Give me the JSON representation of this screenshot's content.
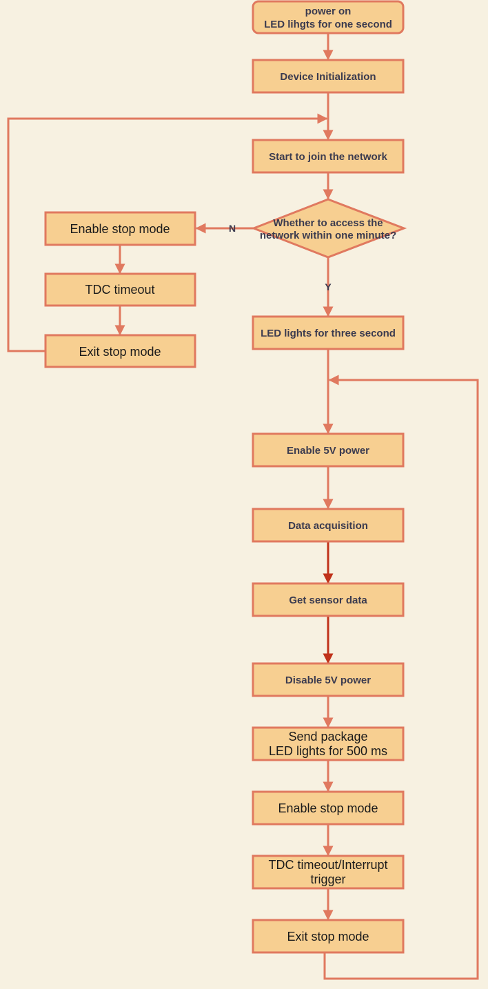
{
  "diagram": {
    "nodes": {
      "power_on": {
        "line1": "power on",
        "line2": "LED lihgts for one second"
      },
      "init": "Device Initialization",
      "join": "Start to join the network",
      "decision": {
        "line1": "Whether to access the",
        "line2": "network within one minute?"
      },
      "left_enable_stop": "Enable stop mode",
      "left_tdc_timeout": "TDC timeout",
      "left_exit_stop": "Exit stop mode",
      "led_three": "LED lights for three second",
      "enable_5v": "Enable 5V power",
      "data_acq": "Data acquisition",
      "get_sensor": "Get sensor data",
      "disable_5v": "Disable 5V power",
      "send_package": {
        "line1": "Send package",
        "line2": "LED lights for 500 ms"
      },
      "enable_stop": "Enable stop mode",
      "tdc_interrupt": {
        "line1": "TDC timeout/Interrupt",
        "line2": "trigger"
      },
      "exit_stop": "Exit stop mode"
    },
    "edge_labels": {
      "no": "N",
      "yes": "Y"
    },
    "colors": {
      "background": "#f7f1e1",
      "box_fill": "#f7cf91",
      "stroke": "#e0795f",
      "dark_arrow": "#c0321a"
    }
  }
}
